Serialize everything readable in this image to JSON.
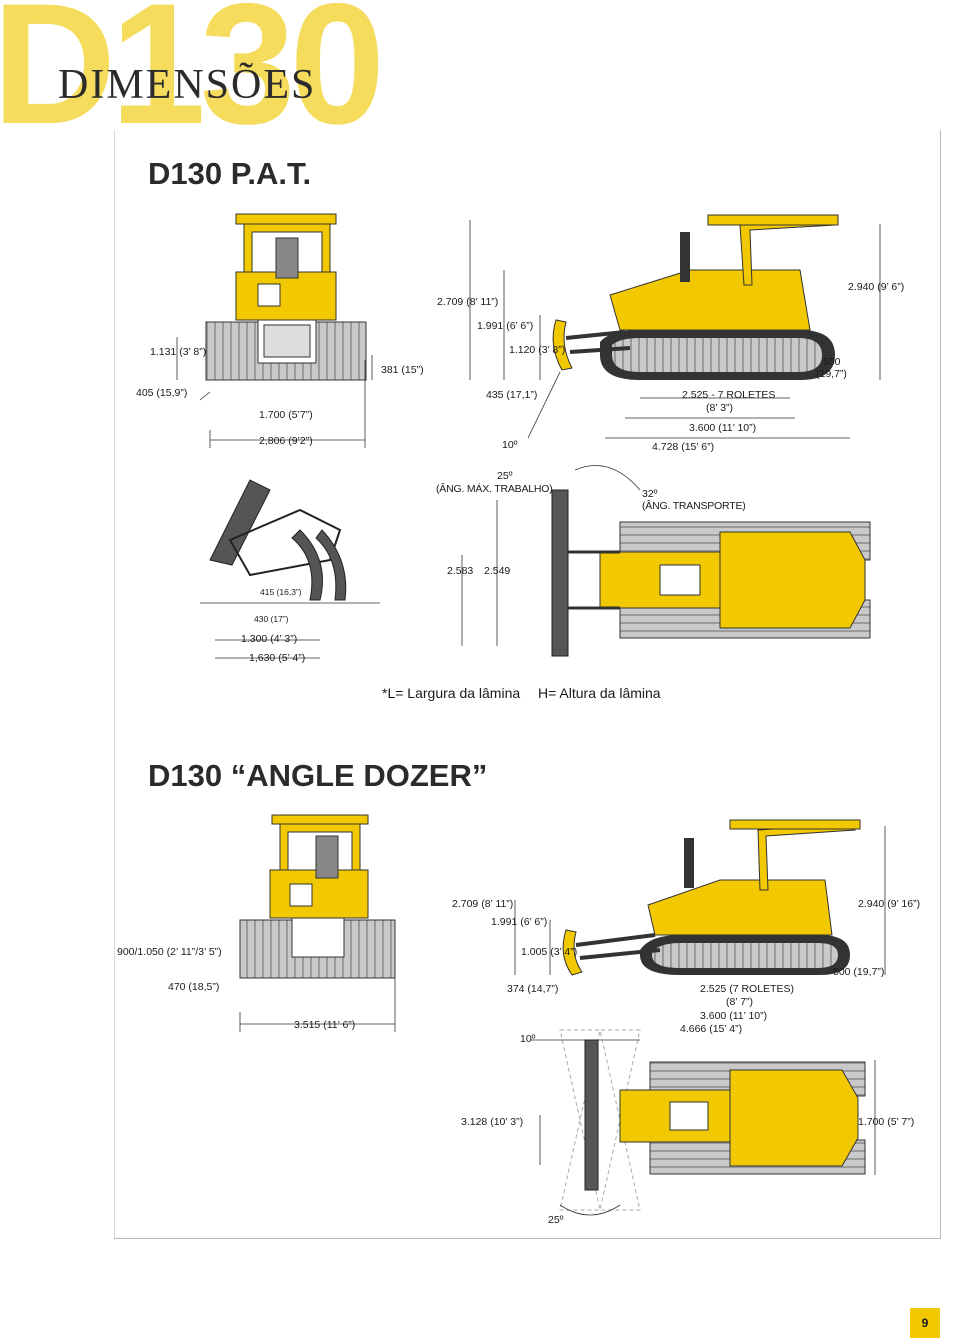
{
  "header": {
    "model_watermark": "D130",
    "title": "DIMENSÕES"
  },
  "colors": {
    "machine_yellow": "#f2c800",
    "watermark_yellow": "#f6dc5c",
    "track_grey": "#8c8c8c",
    "line": "#1a1a1a"
  },
  "section1": {
    "title": "D130 P.A.T.",
    "front": {
      "height": "1.131 (3’ 8”)",
      "ground_clearance": "405 (15,9”)",
      "gauge": "1.700 (5’7”)",
      "blade_width": "2,806 (9’2”)",
      "shoe_width": "381 (15”)"
    },
    "side": {
      "top_height": "2.709 (8’ 11”)",
      "blade_lift": "1.991 (6’ 6”)",
      "blade_height": "1.120 (3’ 8”)",
      "blade_depth": "435 (17,1”)",
      "rollers": "2.525 - 7 ROLETES",
      "rollers_imperial": "(8’ 3”)",
      "track_length": "3.600 (11’ 10”)",
      "overall_length": "4.728 (15’ 6”)",
      "cab_height": "2.940 (9’ 6”)",
      "grouser": "500",
      "grouser_imperial": "(19,7”)",
      "blade_angle": "10º"
    },
    "ripper": {
      "depth1": "415 (16,3”)",
      "depth2": "430 (17”)",
      "spacing": "1.300 (4’ 3”)",
      "width": "1,630 (5’ 4”)"
    },
    "top": {
      "angle_max": "25º",
      "angle_max_label": "(ÂNG. MÁX. TRABALHO)",
      "angle_transport": "32º",
      "angle_transport_label": "(ÂNG. TRANSPORTE)",
      "width1": "2.583",
      "width2": "2.549"
    },
    "legend_l": "*L= Largura da lâmina",
    "legend_h": "H= Altura da lâmina"
  },
  "section2": {
    "title": "D130 “ANGLE DOZER”",
    "front": {
      "blade_height": "900/1.050 (2’ 11”/3’ 5”)",
      "depth": "470 (18,5”)",
      "blade_width": "3.515 (11’ 6”)"
    },
    "side": {
      "top_height": "2.709 (8’ 11”)",
      "blade_lift": "1.991 (6’ 6”)",
      "blade_height": "1.005 (3’ 4”)",
      "blade_depth": "374 (14,7”)",
      "angle": "10º",
      "rollers": "2.525 (7 ROLETES)",
      "rollers_imperial": "(8’ 7”)",
      "track_length": "3.600 (11’ 10”)",
      "overall_length": "4.666 (15’ 4”)",
      "cab_height": "2.940 (9’ 16”)",
      "grouser": "500 (19,7”)"
    },
    "top": {
      "angled_width": "3.128 (10’ 3”)",
      "gauge": "1.700 (5’ 7”)",
      "angle": "25º"
    }
  },
  "page_number": "9"
}
